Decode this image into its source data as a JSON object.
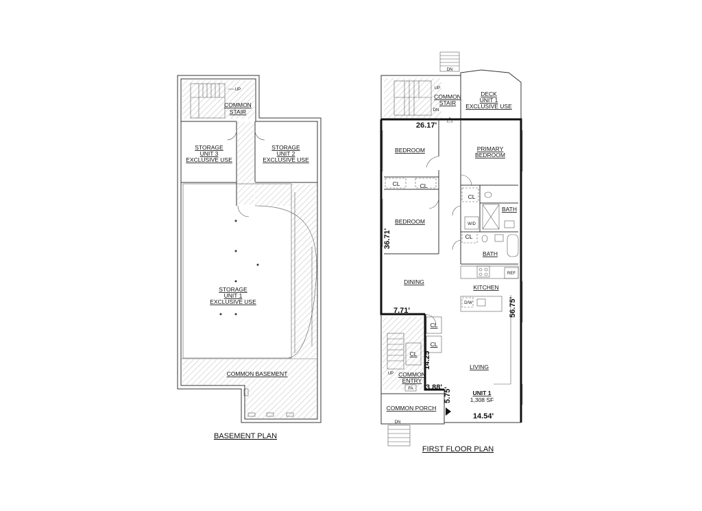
{
  "basement": {
    "title": "BASEMENT PLAN",
    "common_stair": [
      "COMMON",
      "STAIR"
    ],
    "up": "UP",
    "storage3": [
      "STORAGE",
      "UNIT 3",
      "EXCLUSIVE USE"
    ],
    "storage2": [
      "STORAGE",
      "UNIT 2",
      "EXCLUSIVE USE"
    ],
    "storage1": [
      "STORAGE",
      "UNIT 1",
      "EXCLUSIVE USE"
    ],
    "common_basement": "COMMON BASEMENT"
  },
  "first_floor": {
    "title": "FIRST FLOOR PLAN",
    "dn_top": "DN",
    "up": "UP",
    "dn": "DN",
    "common_stair": [
      "COMMON",
      "STAIR"
    ],
    "deck": [
      "DECK",
      "UNIT 1",
      "EXCLUSIVE USE"
    ],
    "bedroom1": "BEDROOM",
    "bedroom2": "BEDROOM",
    "primary_bedroom": [
      "PRIMARY",
      "BEDROOM"
    ],
    "cl": "CL",
    "bath": "BATH",
    "wd": "W/D",
    "ref": "REF",
    "dw": "D/W",
    "dining": "DINING",
    "kitchen": "KITCHEN",
    "living": "LIVING",
    "common_entry": [
      "COMMON",
      "ENTRY"
    ],
    "fa": "FA",
    "common_porch": "COMMON PORCH",
    "dn_porch": "DN",
    "unit_name": "UNIT 1",
    "unit_area": "1,308 SF",
    "dims": {
      "d1": "26.17'",
      "d2": "36.71'",
      "d3": "7.71'",
      "d4": "56.75'",
      "d5": "14.25'",
      "d6": "3.88'",
      "d7": "5.75'",
      "d8": "14.54'"
    }
  }
}
